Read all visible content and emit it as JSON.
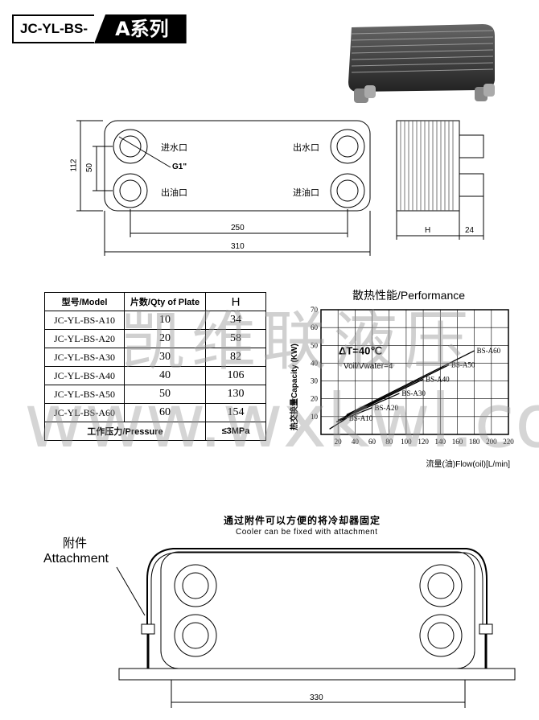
{
  "header": {
    "series_prefix": "JC-YL-BS-",
    "series_name": "A系列"
  },
  "drawing": {
    "inlet_water": "进水口",
    "outlet_water": "出水口",
    "outlet_oil": "出油口",
    "inlet_oil": "进油口",
    "thread": "G1\"",
    "dim_height": "112",
    "dim_port_spacing": "50",
    "dim_port_length": "250",
    "dim_total_length": "310",
    "dim_h": "H",
    "dim_side": "24"
  },
  "table": {
    "headers": [
      "型号/Model",
      "片数/Qty of Plate",
      "H"
    ],
    "rows": [
      [
        "JC-YL-BS-A10",
        "10",
        "34"
      ],
      [
        "JC-YL-BS-A20",
        "20",
        "58"
      ],
      [
        "JC-YL-BS-A30",
        "30",
        "82"
      ],
      [
        "JC-YL-BS-A40",
        "40",
        "106"
      ],
      [
        "JC-YL-BS-A50",
        "50",
        "130"
      ],
      [
        "JC-YL-BS-A60",
        "60",
        "154"
      ]
    ],
    "pressure_label": "工作压力/Pressure",
    "pressure_value": "≤3MPa"
  },
  "chart_data": {
    "type": "line",
    "title": "散热性能/Performance",
    "xlabel": "流量(油)Flow(oil)[L/min]",
    "ylabel": "热交换量Capacity (KW)",
    "xlim": [
      0,
      220
    ],
    "ylim": [
      0,
      70
    ],
    "xticks": [
      20,
      40,
      60,
      80,
      100,
      120,
      140,
      160,
      180,
      200,
      220
    ],
    "yticks": [
      10,
      20,
      30,
      40,
      50,
      60,
      70
    ],
    "grid": true,
    "annotations": [
      "ΔT=40℃",
      "Voil/Vwater=4"
    ],
    "series": [
      {
        "name": "BS-A10",
        "x": [
          10,
          30
        ],
        "y": [
          3,
          9
        ]
      },
      {
        "name": "BS-A20",
        "x": [
          18,
          60
        ],
        "y": [
          7,
          15
        ]
      },
      {
        "name": "BS-A30",
        "x": [
          20,
          92
        ],
        "y": [
          8,
          23
        ]
      },
      {
        "name": "BS-A40",
        "x": [
          25,
          120
        ],
        "y": [
          9,
          31
        ]
      },
      {
        "name": "BS-A50",
        "x": [
          28,
          150
        ],
        "y": [
          10,
          39
        ]
      },
      {
        "name": "BS-A60",
        "x": [
          30,
          180
        ],
        "y": [
          11,
          47
        ]
      }
    ]
  },
  "attachment": {
    "caption_cn": "通过附件可以方便的将冷却器固定",
    "caption_en": "Cooler can be fixed with attachment",
    "label_cn": "附件",
    "label_en": "Attachment",
    "dim_length": "330"
  },
  "watermark": {
    "cn": "凯维联液压",
    "url": "www.wxkwl.com"
  }
}
